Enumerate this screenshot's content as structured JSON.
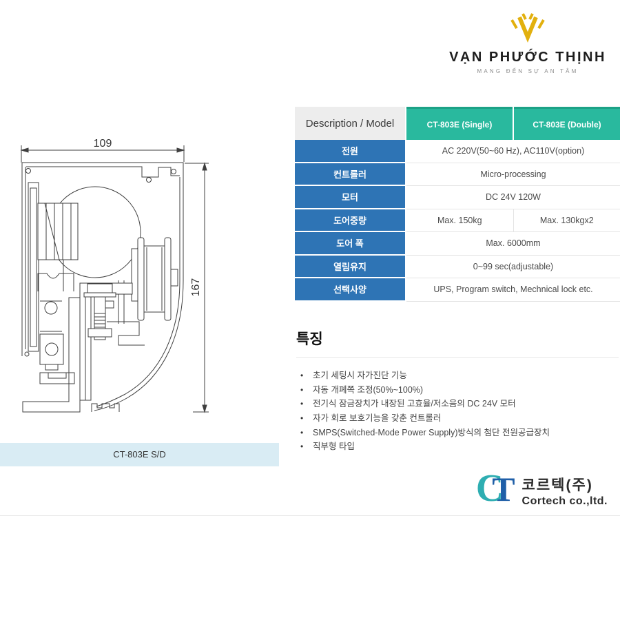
{
  "brand": {
    "name": "VẠN PHƯỚC THỊNH",
    "tagline": "MANG ĐẾN SỰ AN TÂM",
    "logo_color": "#E2B00E"
  },
  "drawing": {
    "width_dim": "109",
    "height_dim": "167",
    "caption": "CT-803E S/D",
    "caption_bg": "#D9ECF4"
  },
  "spec_table": {
    "header": {
      "description_label": "Description / Model",
      "columns": [
        "CT-803E (Single)",
        "CT-803E (Double)"
      ],
      "header_bg": "#29B99E",
      "label_bg": "#2E74B5"
    },
    "rows": [
      {
        "label": "전원",
        "span": true,
        "value": "AC 220V(50~60 Hz), AC110V(option)"
      },
      {
        "label": "컨트롤러",
        "span": true,
        "value": "Micro-processing"
      },
      {
        "label": "모터",
        "span": true,
        "value": "DC 24V 120W"
      },
      {
        "label": "도어중량",
        "span": false,
        "value_single": "Max. 150kg",
        "value_double": "Max. 130kgx2"
      },
      {
        "label": "도어 폭",
        "span": true,
        "value": "Max. 6000mm"
      },
      {
        "label": "열림유지",
        "span": true,
        "value": "0~99 sec(adjustable)"
      },
      {
        "label": "선택사양",
        "span": true,
        "value": "UPS, Program switch, Mechnical lock etc."
      }
    ]
  },
  "features": {
    "title": "특징",
    "items": [
      "초기 세팅시 자가진단 기능",
      "자동 개폐쪽 조정(50%~100%)",
      "전기식 잠금장치가 내장된 고효율/저소음의 DC 24V 모터",
      "자가 회로 보호기능을 갖춘 컨트롤러",
      "SMPS(Switched-Mode Power Supply)방식의 첨단 전원공급장치",
      "직부형 타입"
    ]
  },
  "footer": {
    "logo_c": "C",
    "logo_t": "T",
    "korean_name": "코르텍(주)",
    "company_name": "Cortech co.,ltd.",
    "teal": "#2EAEB2",
    "blue": "#1F5FA8"
  }
}
